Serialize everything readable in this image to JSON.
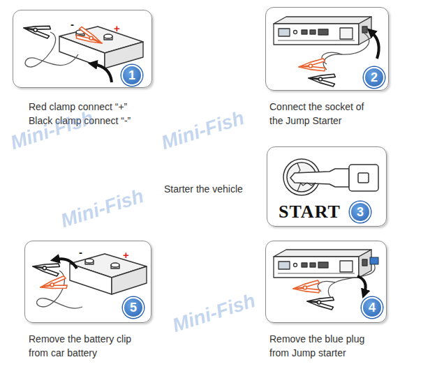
{
  "diagram": {
    "nodes": [
      {
        "text": [
          "Red clamp connect “+”",
          "Black clamp connect “-”"
        ]
      },
      {
        "text": [
          "1"
        ],
        "in": 0
      },
      {
        "text": [
          "Connect the socket of the Jump Starter"
        ]
      },
      {
        "text": [
          "2"
        ],
        "in": 2
      },
      {
        "text": [
          "Starter the vehicle",
          "START"
        ]
      },
      {
        "text": [
          "3"
        ],
        "in": 4
      },
      {
        "text": [
          "Remove the battery clip from car battery"
        ]
      },
      {
        "text": [
          "5"
        ],
        "in": 6
      },
      {
        "text": [
          "Remove the blue plug from Jump starter"
        ]
      },
      {
        "text": [
          "4"
        ],
        "in": 8
      }
    ],
    "labels": [
      "-",
      "+",
      "-",
      "+",
      "Mini-Fish",
      "Mini-Fish",
      "Mini-Fish",
      "Mini-Fish"
    ]
  }
}
